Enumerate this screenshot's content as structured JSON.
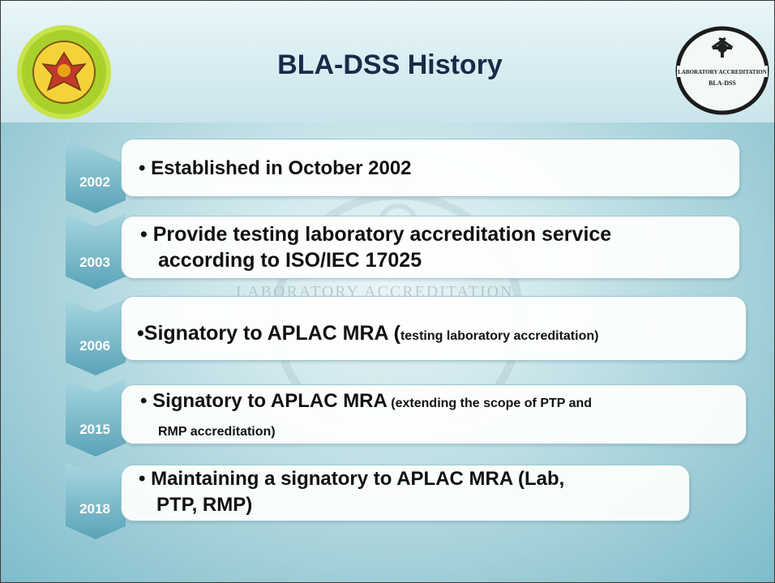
{
  "title": "BLA-DSS History",
  "logos": {
    "left": "Department of Science Service emblem",
    "right": "Laboratory Accreditation emblem",
    "right_text_line1": "LABORATORY ACCREDITATION",
    "right_text_line2": "BLA-DSS"
  },
  "watermark_text": "LABORATORY ACCREDITATION",
  "colors": {
    "chevron": "#5aa8bd",
    "chevron_light": "#9ed0dc",
    "title": "#1a2a4a"
  },
  "timeline": [
    {
      "year": "2002",
      "bullet": "•",
      "text": "Established in October 2002"
    },
    {
      "year": "2003",
      "bullet": "•",
      "line1": "Provide testing laboratory accreditation service",
      "line2": "according to ISO/IEC 17025"
    },
    {
      "year": "2006",
      "bullet": "•",
      "main": "Signatory  to APLAC MRA (",
      "small": "testing laboratory accreditation)"
    },
    {
      "year": "2015",
      "bullet": "•",
      "main": "Signatory  to APLAC MRA",
      "small": " (extending the scope of PTP and",
      "line2": "RMP accreditation)"
    },
    {
      "year": "2018",
      "bullet": "•",
      "line1": "Maintaining a signatory to APLAC MRA (Lab,",
      "line2": "PTP, RMP)"
    }
  ]
}
